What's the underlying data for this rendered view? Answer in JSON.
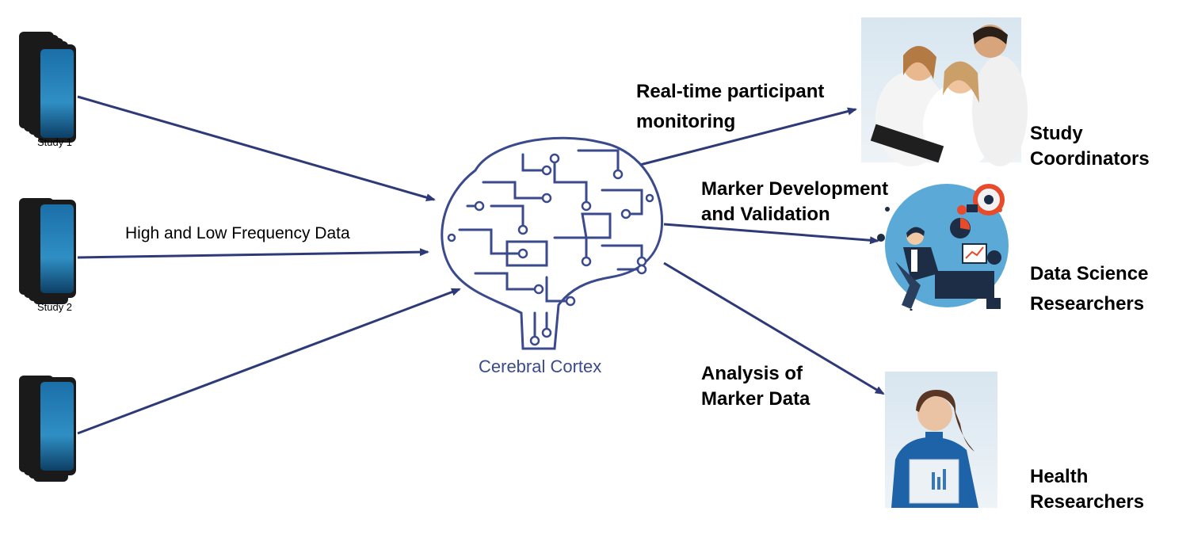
{
  "sources": [
    {
      "label": "Study 1"
    },
    {
      "label": "Study 2"
    },
    {
      "label": ""
    }
  ],
  "flow_label": "High and Low Frequency Data",
  "hub": {
    "label": "Cerebral Cortex",
    "icon": "circuit-brain-icon"
  },
  "outputs": [
    {
      "label_line1": "Real-time participant",
      "label_line2": "monitoring"
    },
    {
      "label_line1": "Marker Development",
      "label_line2": "and Validation"
    },
    {
      "label_line1": "Analysis of",
      "label_line2": "Marker Data"
    }
  ],
  "audiences": [
    {
      "line1": "Study",
      "line2": "Coordinators",
      "icon": "coordinators-photo"
    },
    {
      "line1": "Data Science",
      "line2": "Researchers",
      "icon": "data-scientist-illustration"
    },
    {
      "line1": "Health",
      "line2": "Researchers",
      "icon": "health-researcher-photo"
    }
  ],
  "colors": {
    "arrow": "#2e3a78",
    "brain": "#3a4a8c",
    "text": "#000000"
  }
}
